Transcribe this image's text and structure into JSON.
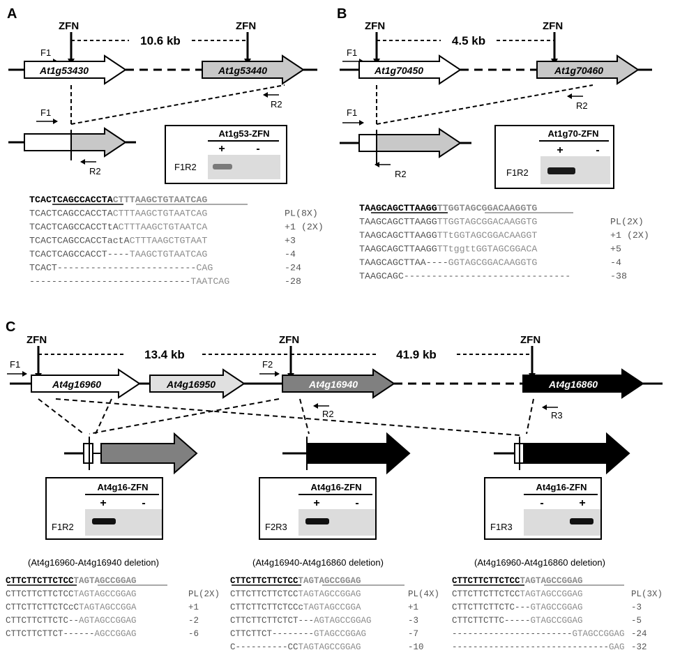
{
  "panels": [
    {
      "letter": "A",
      "zfn": [
        "ZFN",
        "ZFN"
      ],
      "distance": "10.6 kb",
      "genes": [
        "At1g53430",
        "At1g53440"
      ],
      "primers": {
        "f1": "F1",
        "f1b": "F1",
        "r2": "R2",
        "r2b": "R2"
      },
      "gel": {
        "title": "At1g53-ZFN",
        "plus": "+",
        "minus": "-",
        "lane": "F1R2"
      },
      "ref": {
        "black": "TCACTCAGCCACCTA",
        "gray": "CTTTAAGCTGTAATCAG"
      },
      "rows": [
        {
          "black": "TCACTCAGCCACCTA",
          "gray": "CTTTAAGCTGTAATCAG",
          "note": "PL(8X)"
        },
        {
          "black": "TCACTCAGCCACCTtA",
          "gray": "CTTTAAGCTGTAATCA",
          "note": "+1 (2X)"
        },
        {
          "black": "TCACTCAGCCACCTactA",
          "gray": "CTTTAAGCTGTAAT",
          "note": "+3"
        },
        {
          "black": "TCACTCAGCCACCT----",
          "gray": "TAAGCTGTAATCAG",
          "note": "-4"
        },
        {
          "black": "TCACT-------------------------",
          "gray": "CAG",
          "note": "-24"
        },
        {
          "black": "-----------------------------",
          "gray": "TAATCAG",
          "note": "-28"
        }
      ]
    },
    {
      "letter": "B",
      "zfn": [
        "ZFN",
        "ZFN"
      ],
      "distance": "4.5 kb",
      "genes": [
        "At1g70450",
        "At1g70460"
      ],
      "primers": {
        "f1": "F1",
        "f1b": "F1",
        "r2": "R2",
        "r2b": "R2"
      },
      "gel": {
        "title": "At1g70-ZFN",
        "plus": "+",
        "minus": "-",
        "lane": "F1R2"
      },
      "ref": {
        "black": "TAAGCAGCTTAAGG",
        "gray": "TTGGTAGCGGACAAGGTG"
      },
      "rows": [
        {
          "black": "TAAGCAGCTTAAGG",
          "gray": "TTGGTAGCGGACAAGGTG",
          "note": "PL(2X)"
        },
        {
          "black": "TAAGCAGCTTAAGG",
          "gray": "TTtGGTAGCGGACAAGGT",
          "note": "+1 (2X)"
        },
        {
          "black": "TAAGCAGCTTAAGG",
          "gray": "TTtggttGGTAGCGGACA",
          "note": "+5"
        },
        {
          "black": "TAAGCAGCTTAA----",
          "gray": "GGTAGCGGACAAGGTG",
          "note": "-4"
        },
        {
          "black": "TAAGCAGC------------------------------",
          "gray": "",
          "note": "-38"
        }
      ]
    },
    {
      "letter": "C",
      "zfn": [
        "ZFN",
        "ZFN",
        "ZFN"
      ],
      "distances": [
        "13.4 kb",
        "41.9 kb"
      ],
      "genes": [
        "At4g16960",
        "At4g16950",
        "At4g16940",
        "At4g16860"
      ],
      "primers": {
        "f1": "F1",
        "f2": "F2",
        "r2": "R2",
        "r3": "R3"
      },
      "gels": [
        {
          "title": "At4g16-ZFN",
          "first": "+",
          "second": "-",
          "lane": "F1R2"
        },
        {
          "title": "At4g16-ZFN",
          "first": "+",
          "second": "-",
          "lane": "F2R3"
        },
        {
          "title": "At4g16-ZFN",
          "first": "-",
          "second": "+",
          "lane": "F1R3"
        }
      ],
      "alignments": [
        {
          "title": "(At4g16960-At4g16940 deletion)",
          "gene_a": "At4g16960",
          "gene_b": "At4g16940",
          "ref": {
            "black": "CTTCTTCTTCTCC",
            "gray": "TAGTAGCCGGAG"
          },
          "rows": [
            {
              "black": "CTTCTTCTTCTCC",
              "gray": "TAGTAGCCGGAG",
              "note": "PL(2X)"
            },
            {
              "black": "CTTCTTCTTCTCcC",
              "gray": "TAGTAGCCGGA",
              "note": "+1"
            },
            {
              "black": "CTTCTTCTTCTC--",
              "gray": "AGTAGCCGGAG",
              "note": "-2"
            },
            {
              "black": "CTTCTTCTTCT------",
              "gray": "AGCCGGAG",
              "note": "-6"
            }
          ]
        },
        {
          "title": "(At4g16940-At4g16860 deletion)",
          "gene_a": "At4g16940",
          "gene_b": "At4g16860",
          "ref": {
            "black": "CTTCTTCTTCTCC",
            "gray": "TAGTAGCCGGAG"
          },
          "rows": [
            {
              "black": "CTTCTTCTTCTCC",
              "gray": "TAGTAGCCGGAG",
              "note": "PL(4X)"
            },
            {
              "black": "CTTCTTCTTCTCCc",
              "gray": "TAGTAGCCGGA",
              "note": "+1"
            },
            {
              "black": "CTTCTTCTTCTCT---",
              "gray": "AGTAGCCGGAG",
              "note": "-3"
            },
            {
              "black": "CTTCTTCT--------",
              "gray": "GTAGCCGGAG",
              "note": "-7"
            },
            {
              "black": "C----------CC",
              "gray": "TAGTAGCCGGAG",
              "note": "-10"
            }
          ]
        },
        {
          "title": "(At4g16960-At4g16860 deletion)",
          "gene_a": "At4g16960",
          "gene_b": "At4g16860",
          "ref": {
            "black": "CTTCTTCTTCTCC",
            "gray": "TAGTAGCCGGAG"
          },
          "rows": [
            {
              "black": "CTTCTTCTTCTCC",
              "gray": "TAGTAGCCGGAG",
              "note": "PL(3X)"
            },
            {
              "black": "CTTCTTCTTCTC---",
              "gray": "GTAGCCGGAG",
              "note": "-3"
            },
            {
              "black": "CTTCTTCTTC-----",
              "gray": "GTAGCCGGAG",
              "note": "-5"
            },
            {
              "black": "-----------------------",
              "gray": "GTAGCCGGAG",
              "note": "-24"
            },
            {
              "black": "------------------------------",
              "gray": "GAG",
              "note": "-32"
            }
          ]
        }
      ]
    }
  ],
  "colors": {
    "gray_text": "#8c8c8c",
    "light_fill": "#e0e0e0",
    "mid_fill": "#bdbdbd",
    "dark_fill": "#808080",
    "black_fill": "#000000",
    "gel_bg": "#dcdcdc"
  }
}
